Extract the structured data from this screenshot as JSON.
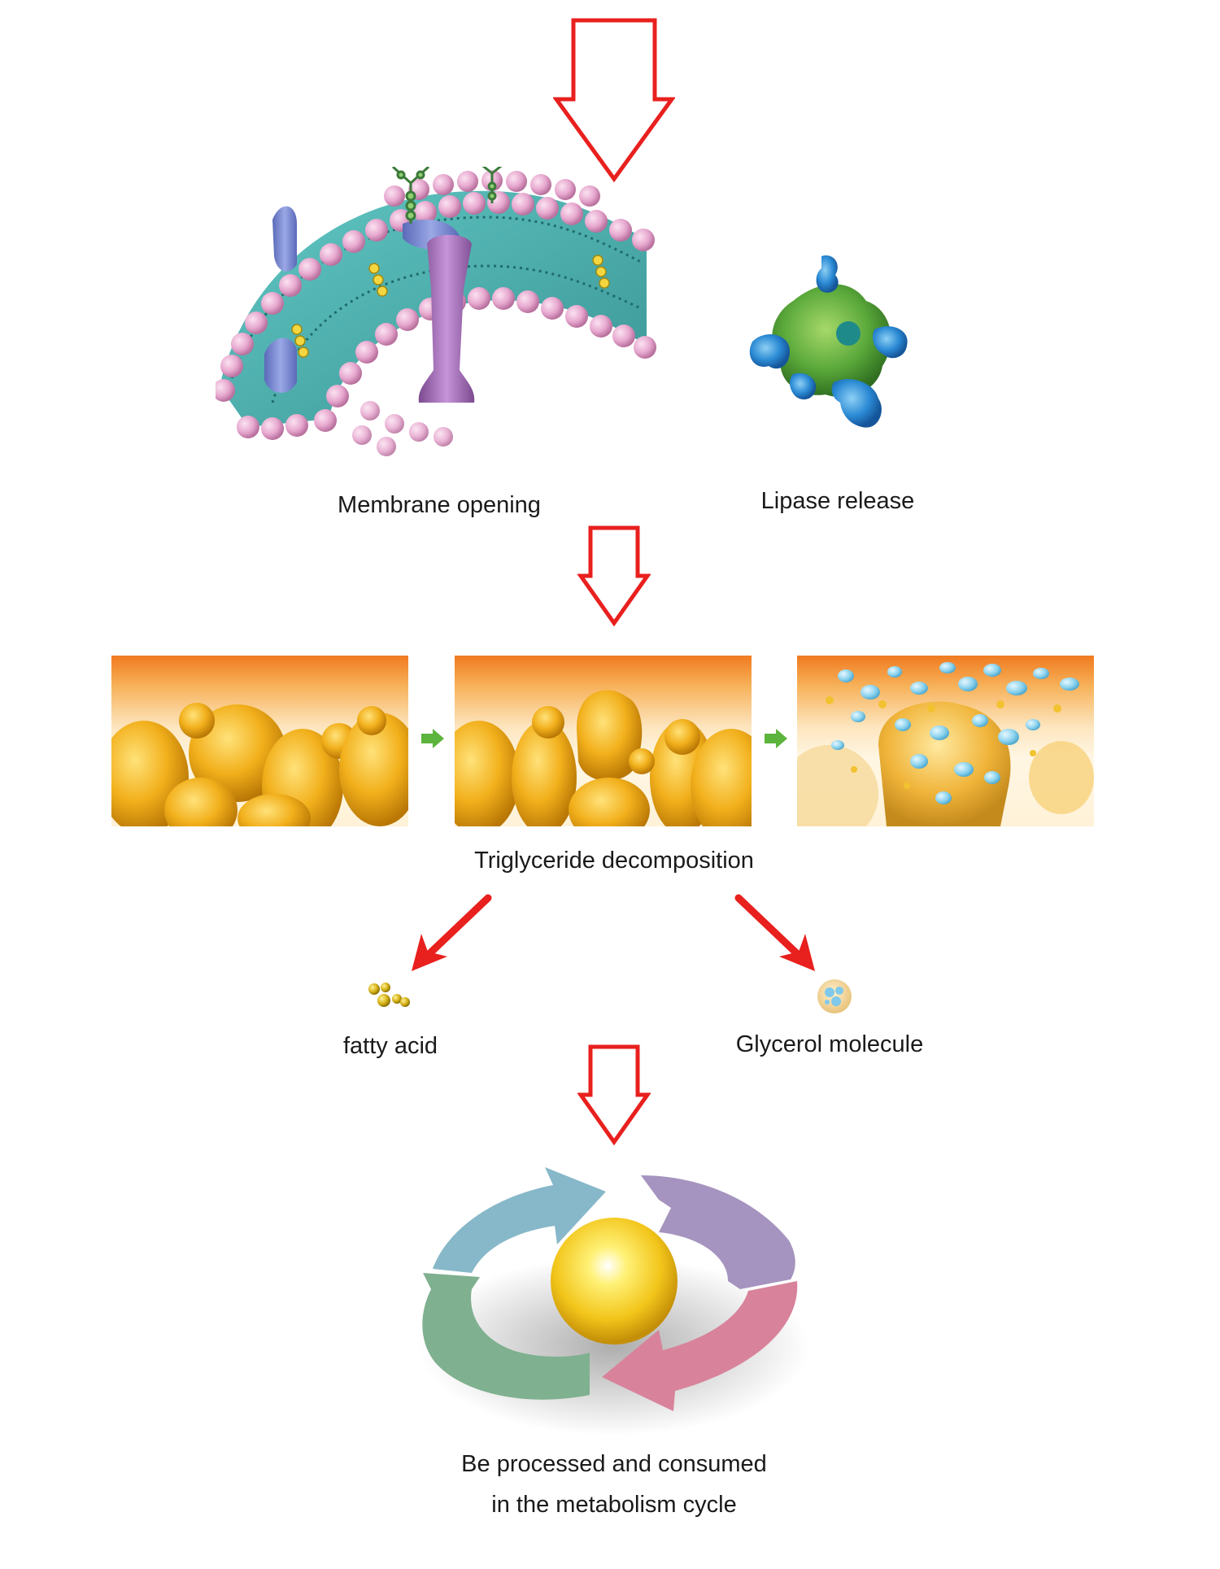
{
  "steps": {
    "membrane_label": "Membrane opening",
    "lipase_label": "Lipase release",
    "triglyceride_label": "Triglyceride decomposition",
    "fatty_acid_label": "fatty acid",
    "glycerol_label": "Glycerol molecule",
    "metabolism_line1": "Be processed and consumed",
    "metabolism_line2": "in the metabolism cycle"
  },
  "colors": {
    "flow_arrow": "#e8201e",
    "small_arrow": "#5cb43c",
    "fat": "#f2b01c",
    "membrane_head": "#e7a8cf",
    "lipid_tail": "#3bb2ae",
    "cycle_blue": "#87b8c9",
    "cycle_purple": "#a594bf",
    "cycle_pink": "#d8839b",
    "cycle_green": "#7fb08f"
  }
}
